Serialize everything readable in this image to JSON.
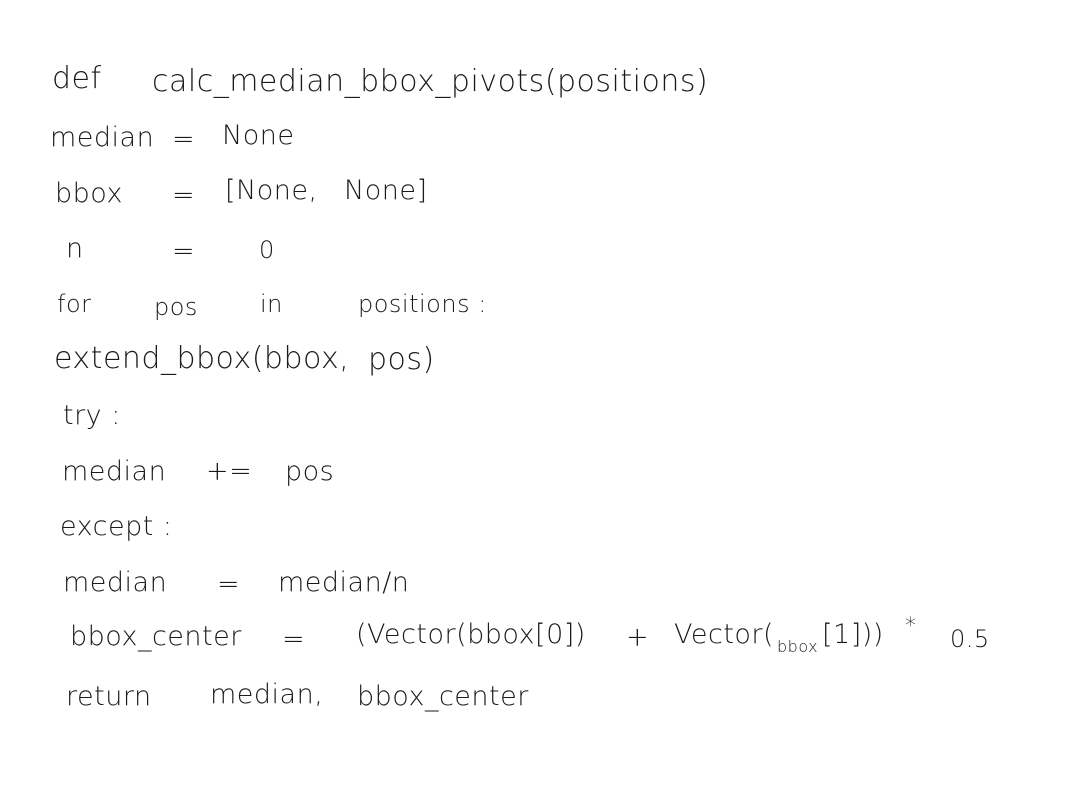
{
  "lines": [
    {
      "tokens": [
        "def",
        "calc_median_bbox_pivots(positions)"
      ]
    },
    {
      "tokens": [
        "median",
        "=",
        "None"
      ]
    },
    {
      "tokens": [
        "bbox",
        "=",
        "[None,",
        "None]"
      ]
    },
    {
      "tokens": [
        "n",
        "=",
        "0"
      ]
    },
    {
      "tokens": [
        "for",
        "pos",
        "in",
        "positions :"
      ]
    },
    {
      "tokens": [
        "extend_bbox(bbox,",
        "pos)"
      ]
    },
    {
      "tokens": [
        "try :"
      ]
    },
    {
      "tokens": [
        "median",
        "+=",
        "pos"
      ]
    },
    {
      "tokens": [
        "except :"
      ]
    },
    {
      "tokens": [
        "median",
        "=",
        "median/n"
      ]
    },
    {
      "tokens": [
        "bbox_center",
        "=",
        "(Vector(bbox[0])",
        "+",
        "Vector(",
        "bbox",
        "[1]))",
        "*",
        "0.5"
      ]
    },
    {
      "tokens": [
        "return",
        "median,",
        "bbox_center"
      ]
    }
  ]
}
